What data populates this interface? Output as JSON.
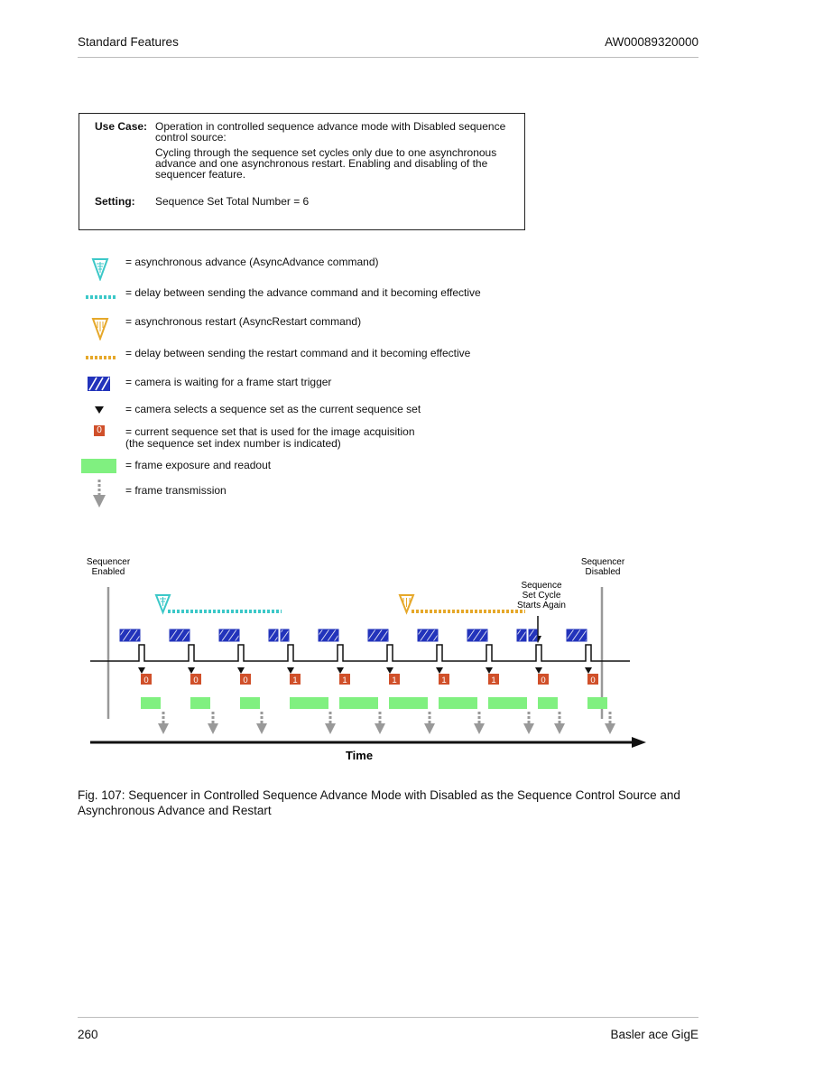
{
  "header": {
    "left": "Standard Features",
    "right": "AW00089320000"
  },
  "use_case": {
    "use_case_label": "Use Case:",
    "use_case_lines": [
      "Operation in controlled sequence advance mode with Disabled sequence",
      "control source:"
    ],
    "detail_lines": [
      "Cycling through the sequence set cycles only due to one asynchronous",
      "advance and one asynchronous restart. Enabling and disabling of the",
      "sequencer feature."
    ],
    "setting_label": "Setting:",
    "setting_text": "Sequence Set Total Number = 6"
  },
  "legend": {
    "async_advance": "= asynchronous advance (AsyncAdvance command)",
    "advance_delay": "= delay between sending the advance command and it becoming effective",
    "async_restart": "= asynchronous restart (AsyncRestart command)",
    "restart_delay": "= delay between sending the restart command and it becoming effective",
    "waiting": "= camera is waiting for a frame start trigger",
    "selects": "= camera selects a sequence set as the current sequence set",
    "current_set_1": "= current sequence set that is used for the image acquisition",
    "current_set_2": "(the sequence set index number is indicated)",
    "current_set_icon": "0",
    "exposure": "= frame exposure and readout",
    "transmission": "= frame transmission"
  },
  "colors": {
    "advance": "#3cc8c8",
    "restart": "#e6a82a",
    "waiting": "#2233bb",
    "set_box": "#d0502a",
    "exposure": "#80f080",
    "transmission": "#999999"
  },
  "diagram": {
    "sequencer_enabled": [
      "Sequencer",
      "Enabled"
    ],
    "sequencer_disabled": [
      "Sequencer",
      "Disabled"
    ],
    "cycle_label": [
      "Sequence",
      "Set Cycle",
      "Starts Again"
    ],
    "time_label": "Time",
    "set_indices": [
      "0",
      "0",
      "0",
      "1",
      "1",
      "1",
      "1",
      "1",
      "0",
      "0"
    ]
  },
  "caption": {
    "line1": "Fig. 107: Sequencer in Controlled Sequence Advance Mode with Disabled as the Sequence Control Source and",
    "line2": "Asynchronous Advance and Restart"
  },
  "footer": {
    "left": "260",
    "right": "Basler ace GigE"
  }
}
